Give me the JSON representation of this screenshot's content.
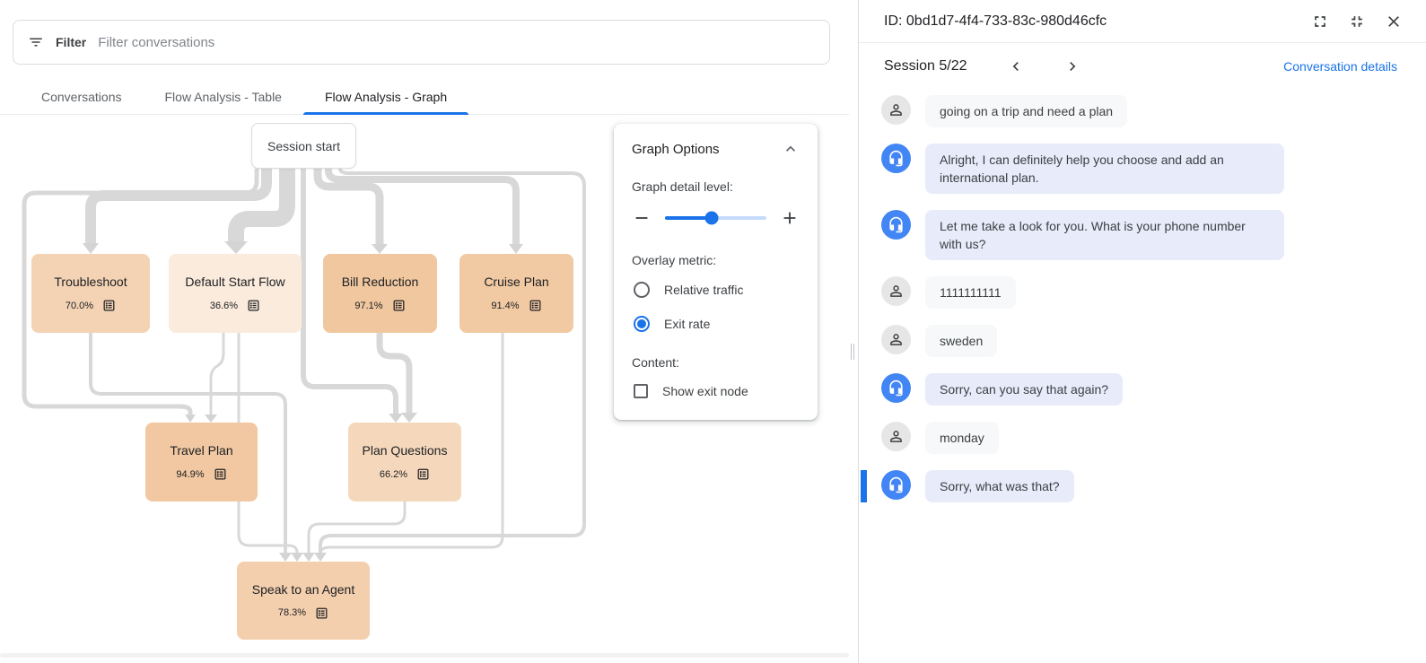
{
  "left_panel": {
    "filter": {
      "label": "Filter",
      "placeholder": "Filter conversations"
    },
    "tabs": [
      {
        "label": "Conversations",
        "active": false
      },
      {
        "label": "Flow Analysis - Table",
        "active": false
      },
      {
        "label": "Flow Analysis - Graph",
        "active": true
      }
    ],
    "graph": {
      "start_node_label": "Session start",
      "nodes": [
        {
          "label": "Troubleshoot",
          "exit_rate": "70.0%",
          "color": "#f4d3b4"
        },
        {
          "label": "Default Start Flow",
          "exit_rate": "36.6%",
          "color": "#faebdc"
        },
        {
          "label": "Bill Reduction",
          "exit_rate": "97.1%",
          "color": "#f0c79f"
        },
        {
          "label": "Cruise Plan",
          "exit_rate": "91.4%",
          "color": "#f1c9a3"
        },
        {
          "label": "Travel Plan",
          "exit_rate": "94.9%",
          "color": "#f1c8a1"
        },
        {
          "label": "Plan Questions",
          "exit_rate": "66.2%",
          "color": "#f5d8bb"
        },
        {
          "label": "Speak to an Agent",
          "exit_rate": "78.3%",
          "color": "#f3cfae"
        }
      ]
    },
    "graph_options": {
      "title": "Graph Options",
      "detail_label": "Graph detail level:",
      "slider_value_pct": 46,
      "overlay_label": "Overlay metric:",
      "radios": [
        {
          "label": "Relative traffic",
          "selected": false
        },
        {
          "label": "Exit rate",
          "selected": true
        }
      ],
      "content_label": "Content:",
      "checkbox_label": "Show exit node",
      "checkbox_checked": false
    }
  },
  "right_panel": {
    "id_title": "ID: 0bd1d7-4f4-733-83c-980d46cfc",
    "session_label": "Session 5/22",
    "details_link": "Conversation details",
    "messages": [
      {
        "sender": "user",
        "text": "going on a trip and need a plan"
      },
      {
        "sender": "bot",
        "text": "Alright, I can definitely help you choose and add an international plan."
      },
      {
        "sender": "bot",
        "text": "Let me take a look for you. What is your phone number with us?"
      },
      {
        "sender": "user",
        "text": "1111111111"
      },
      {
        "sender": "user",
        "text": "sweden"
      },
      {
        "sender": "bot",
        "text": "Sorry, can you say that again?"
      },
      {
        "sender": "user",
        "text": "monday"
      },
      {
        "sender": "bot",
        "text": "Sorry, what was that?",
        "selected": true
      }
    ]
  },
  "colors": {
    "accent": "#1a73e8",
    "bot_avatar": "#4285f4",
    "bot_bubble": "#e7ebfa",
    "user_bubble": "#f7f8f9",
    "edge": "#d8d8d8"
  }
}
